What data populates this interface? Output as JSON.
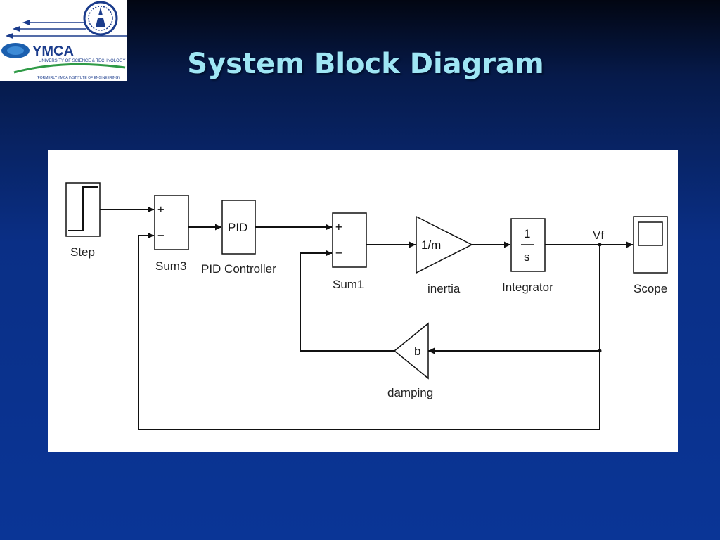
{
  "slide": {
    "title": "System Block Diagram"
  },
  "logo": {
    "name": "YMCA",
    "line1": "UNIVERSITY OF SCIENCE & TECHNOLOGY",
    "line2": "(FORMERLY YMCA INSTITUTE OF ENGINEERING)"
  },
  "diagram": {
    "blocks": {
      "step": {
        "label": "Step"
      },
      "sum3": {
        "label": "Sum3",
        "plus": "+",
        "minus": "−"
      },
      "pid": {
        "label": "PID Controller",
        "text": "PID"
      },
      "sum1": {
        "label": "Sum1",
        "plus": "+",
        "minus": "−"
      },
      "inertia": {
        "label": "inertia",
        "text": "1/m"
      },
      "integrator": {
        "label": "Integrator",
        "num": "1",
        "den": "s"
      },
      "scope": {
        "label": "Scope"
      },
      "damping": {
        "label": "damping",
        "text": "b"
      }
    },
    "signal_label": "Vf"
  }
}
